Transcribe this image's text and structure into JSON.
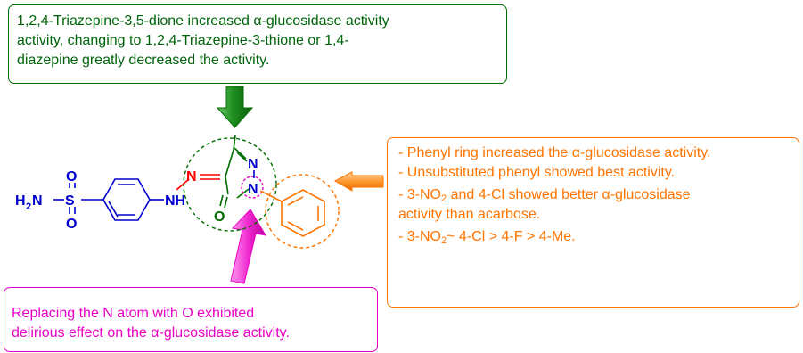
{
  "colors": {
    "green": "#006d00",
    "orange": "#ff7400",
    "magenta": "#ea00c3",
    "blue": "#0000cc",
    "red": "#ff0000",
    "text_green": "#00640a"
  },
  "green_box": {
    "lines": [
      "1,2,4-Triazepine-3,5-dione increased α-glucosidase activity",
      "activity, changing to 1,2,4-Triazepine-3-thione or 1,4-",
      "diazepine greatly decreased the activity."
    ]
  },
  "orange_box": {
    "l1": "- Phenyl ring increased the α-glucosidase activity.",
    "l2": "- Unsubstituted phenyl showed best activity.",
    "l3a": "- 3-NO",
    "l3sub": "2",
    "l3b": " and 4-Cl showed better α-glucosidase",
    "l4": "activity than acarbose.",
    "l5a": "- 3-NO",
    "l5sub": "2",
    "l5b": "~ 4-Cl > 4-F > 4-Me."
  },
  "pink_box": {
    "lines": [
      "Replacing the N atom with O exhibited",
      "delirious effect on the α-glucosidase activity."
    ]
  },
  "molecule": {
    "h2n": "H",
    "h2n_sub": "2",
    "h2n_n": "N",
    "s": "S",
    "o_top": "O",
    "o_bottom": "O",
    "nh": "NH",
    "n_imine": "N",
    "n_ring_top": "N",
    "n_ring": "N",
    "o_carbonyl": "O"
  }
}
